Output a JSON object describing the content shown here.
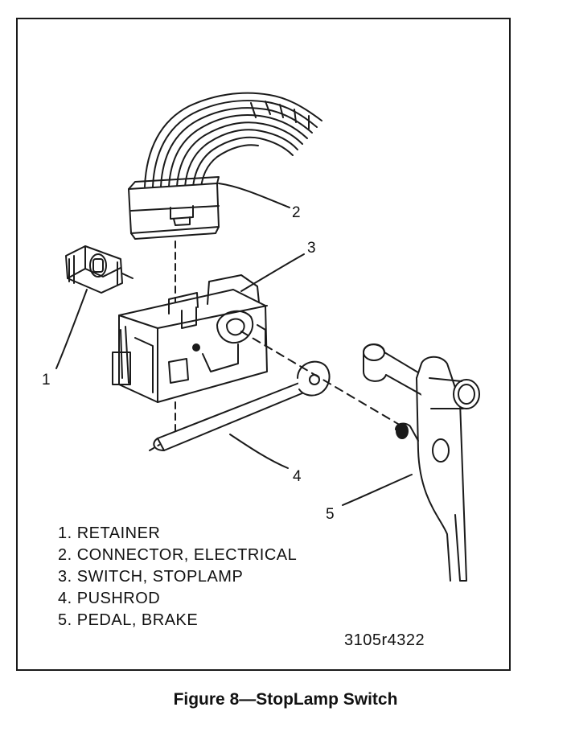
{
  "callouts": [
    "1",
    "2",
    "3",
    "4",
    "5"
  ],
  "legend": [
    "1. RETAINER",
    "2. CONNECTOR, ELECTRICAL",
    "3. SWITCH, STOPLAMP",
    "4. PUSHROD",
    "5. PEDAL, BRAKE"
  ],
  "figure_code": "3105r4322",
  "caption": "Figure 8—StopLamp Switch"
}
